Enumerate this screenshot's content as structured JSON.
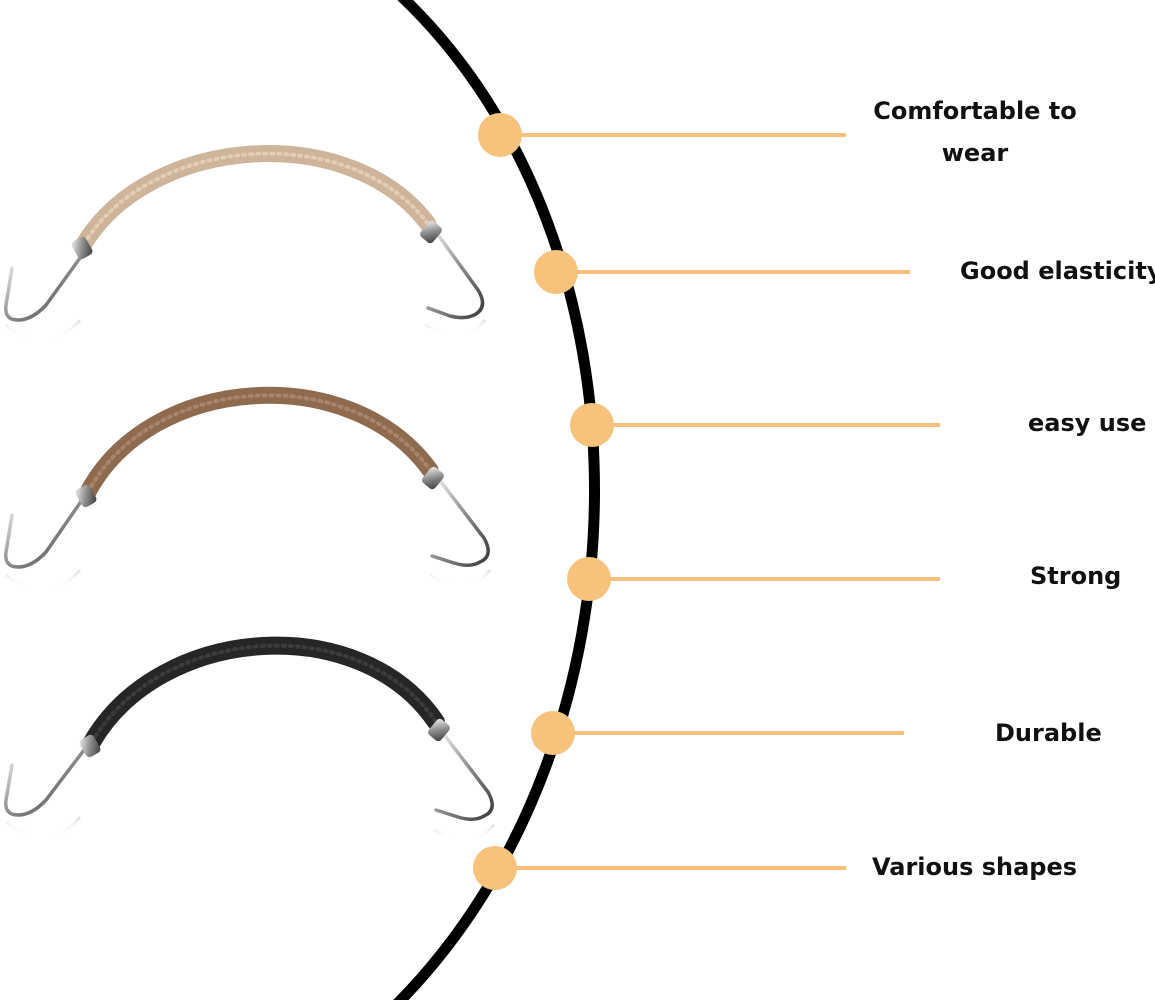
{
  "features": [
    {
      "label": "Comfortable to wear"
    },
    {
      "label": "Good elasticity"
    },
    {
      "label": "easy use"
    },
    {
      "label": "Strong"
    },
    {
      "label": "Durable"
    },
    {
      "label": "Various shapes"
    }
  ],
  "products": [
    {
      "name": "beige-hair-bungee",
      "color": "#cdb49a"
    },
    {
      "name": "brown-hair-bungee",
      "color": "#8e6a4e"
    },
    {
      "name": "black-hair-bungee",
      "color": "#262626"
    }
  ],
  "colors": {
    "arc": "#000000",
    "marker": "#f6c27c",
    "connector": "#f5c07a",
    "label_text": "#111111",
    "hook_metal": "#9a9a9a"
  }
}
